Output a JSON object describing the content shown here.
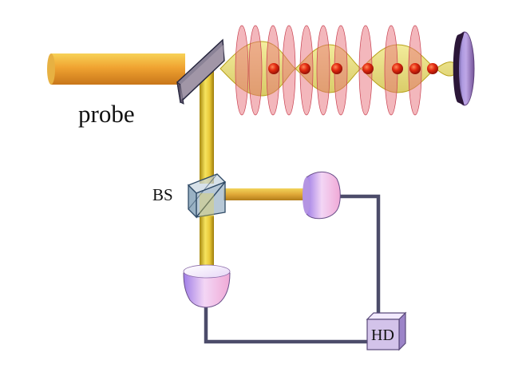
{
  "labels": {
    "probe": "probe",
    "beam_splitter": "BS",
    "homodyne_detector": "HD"
  },
  "colors": {
    "beam_core": "#f4d640",
    "beam_edge": "#b88a10",
    "probe_beam": "#ef9a22",
    "standing_wave": "#e8707a",
    "cavity_mode": "#e3d832",
    "atom": "#e02a10",
    "cavity_mirror": "#7a4b9e",
    "splitter_glass": "#9fb6c8",
    "detector": "#f0b6e6",
    "cable": "#4c4c6a",
    "hd_box": "#d3c3ea"
  },
  "counts": {
    "atoms": 7,
    "standing_wave_lobes": 10
  },
  "icons": [
    "probe-beam",
    "input-mirror",
    "cavity-mode",
    "atom",
    "cavity-mirror",
    "beam-splitter",
    "photodetector",
    "homodyne-detector-box",
    "signal-cable"
  ]
}
